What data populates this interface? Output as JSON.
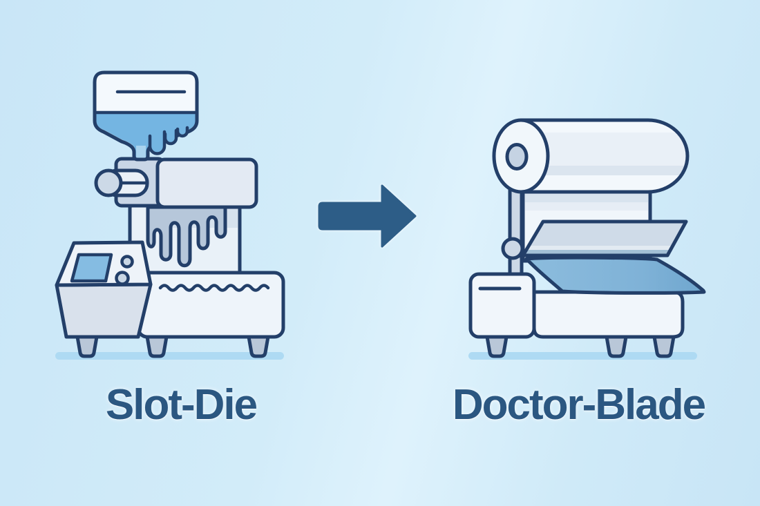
{
  "diagram": {
    "type": "process-comparison",
    "left": {
      "label": "Slot-Die",
      "icon": "slot-die-coating-machine-icon"
    },
    "right": {
      "label": "Doctor-Blade",
      "icon": "doctor-blade-coating-machine-icon"
    },
    "arrow": {
      "icon": "arrow-right-icon",
      "direction": "right"
    },
    "colors": {
      "background": "#cfeafa",
      "outline": "#233f69",
      "liquid_blue": "#74b5e2",
      "stream_blue": "#a9d3ee",
      "slurry_gray": "#b6c7da",
      "film_blue": "#7fb2d7",
      "blade_fill": "#cfdbe8",
      "machine_white": "#f3f8fd",
      "machine_gray": "#c9d6e6",
      "leg_gray": "#b9c7d8",
      "arrow_blue": "#2d5d87",
      "label_text": "#2b5781",
      "shadow_blue": "#aedaf3"
    }
  }
}
